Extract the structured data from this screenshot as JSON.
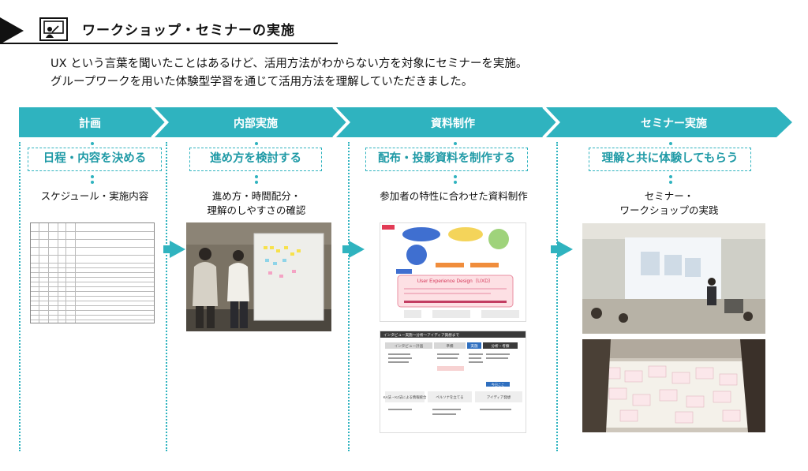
{
  "header": {
    "title": "ワークショップ・セミナーの実施",
    "icon": "presenter-icon"
  },
  "intro": {
    "line1": "UX という言葉を聞いたことはあるけど、活用方法がわからない方を対象にセミナーを実施。",
    "line2": "グループワークを用いた体験型学習を通じて活用方法を理解していただきました。"
  },
  "steps": [
    {
      "label": "計画",
      "box": "日程・内容を決める",
      "desc1": "スケジュール・実施内容",
      "desc2": ""
    },
    {
      "label": "内部実施",
      "box": "進め方を検討する",
      "desc1": "進め方・時間配分・",
      "desc2": "理解のしやすさの確認"
    },
    {
      "label": "資料制作",
      "box": "配布・投影資料を制作する",
      "desc1": "参加者の特性に合わせた資料制作",
      "desc2": ""
    },
    {
      "label": "セミナー実施",
      "box": "理解と共に体験してもらう",
      "desc1": "セミナー・",
      "desc2": "ワークショップの実践"
    }
  ],
  "materials": {
    "slide1_title": "User Experience Design（UXD）",
    "slide2_title": "インタビュー実施～分析～アイディア発想まで",
    "slide2_steps": [
      "インタビュー計画",
      "準備",
      "実施",
      "分析・考察"
    ],
    "slide2_bottom": [
      "KA法・KJ法による情報統合",
      "ペルソナを立てる",
      "アイディア発想"
    ],
    "slide2_today": "今日ここ"
  },
  "colors": {
    "accent": "#2fb3bf",
    "text": "#111111"
  }
}
